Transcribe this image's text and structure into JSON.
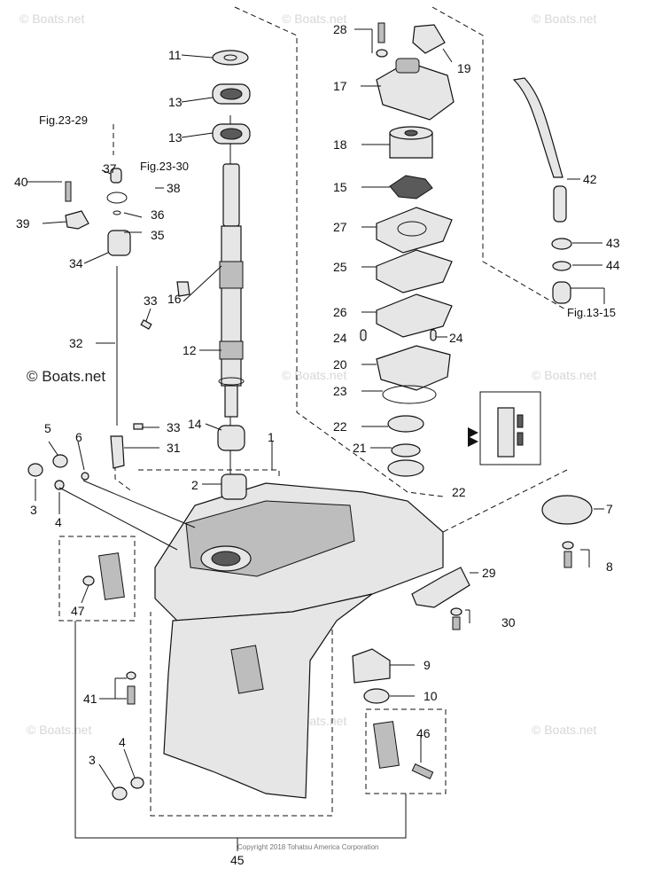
{
  "watermark": "© Boats.net",
  "copyright": "Copyright 2018 Tohatsu America Corporation",
  "references": {
    "fig_23_29": "Fig.23-29",
    "fig_23_30": "Fig.23-30",
    "fig_13_15": "Fig.13-15"
  },
  "labels": {
    "p1": "1",
    "p2": "2",
    "p3a": "3",
    "p3b": "3",
    "p4a": "4",
    "p4b": "4",
    "p5": "5",
    "p6": "6",
    "p7": "7",
    "p8": "8",
    "p9": "9",
    "p10": "10",
    "p11": "11",
    "p12": "12",
    "p13a": "13",
    "p13b": "13",
    "p14": "14",
    "p15": "15",
    "p16": "16",
    "p17": "17",
    "p18": "18",
    "p19": "19",
    "p20": "20",
    "p21": "21",
    "p22a": "22",
    "p22b": "22",
    "p23": "23",
    "p24a": "24",
    "p24b": "24",
    "p25": "25",
    "p26": "26",
    "p27": "27",
    "p28": "28",
    "p29": "29",
    "p30": "30",
    "p31": "31",
    "p32": "32",
    "p33a": "33",
    "p33b": "33",
    "p34": "34",
    "p35": "35",
    "p36": "36",
    "p37": "37",
    "p38": "38",
    "p39": "39",
    "p40": "40",
    "p41": "41",
    "p42": "42",
    "p43": "43",
    "p44": "44",
    "p45": "45",
    "p46": "46",
    "p47": "47"
  }
}
